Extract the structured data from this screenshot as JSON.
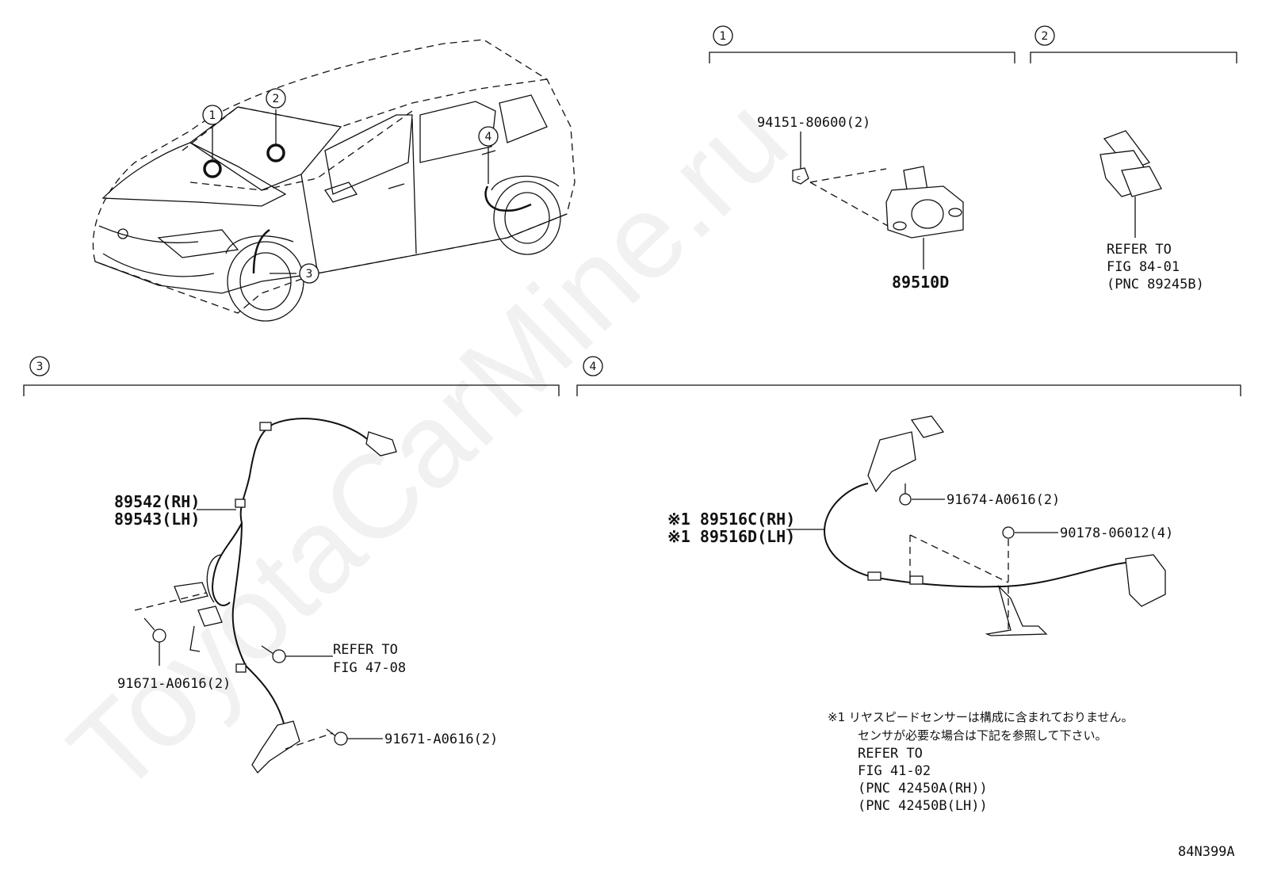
{
  "watermark": "ToyotaCarMine.ru",
  "figure_code": "84N399A",
  "callout_numbers": [
    "1",
    "2",
    "3",
    "4"
  ],
  "section1": {
    "parts": {
      "clip": "94151-80600(2)",
      "sensor": "89510D"
    }
  },
  "section2": {
    "refer": [
      "REFER TO",
      "FIG 84-01",
      "(PNC 89245B)"
    ]
  },
  "section3": {
    "parts": {
      "harness_rh": "89542(RH)",
      "harness_lh": "89543(LH)",
      "bolt_upper": "91671-A0616(2)",
      "bolt_lower": "91671-A0616(2)"
    },
    "refer": [
      "REFER TO",
      "FIG 47-08"
    ]
  },
  "section4": {
    "parts": {
      "harness_rh": "※1 89516C(RH)",
      "harness_lh": "※1 89516D(LH)",
      "bolt": "91674-A0616(2)",
      "nut": "90178-06012(4)"
    }
  },
  "note": {
    "line1": "※1 リヤスピードセンサーは構成に含まれておりません。",
    "line2": "センサが必要な場合は下記を参照して下さい。",
    "refer": [
      "REFER TO",
      "FIG 41-02",
      "(PNC 42450A(RH))",
      "(PNC 42450B(LH))"
    ]
  }
}
